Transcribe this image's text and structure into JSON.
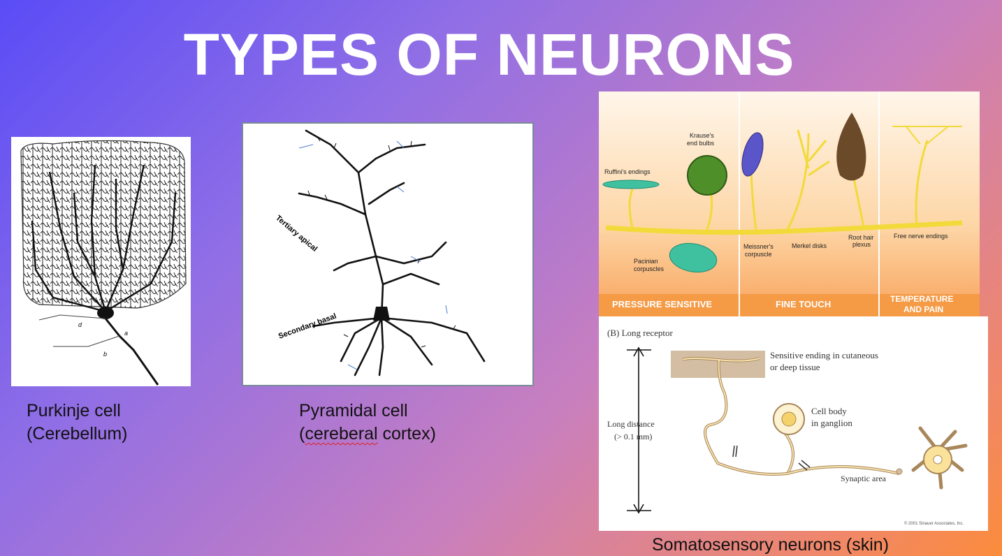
{
  "slide": {
    "title": "TYPES OF NEURONS"
  },
  "purkinje": {
    "caption_line1": "Purkinje cell",
    "caption_line2": "(Cerebellum)",
    "figure_labels": {
      "a": "a",
      "b": "b",
      "d": "d"
    }
  },
  "pyramidal": {
    "caption_line1": "Pyramidal cell",
    "caption_word_flagged": "cereberal",
    "caption_rest_open": "(",
    "caption_rest_close": " cortex)",
    "figure_labels": {
      "tertiary": "Tertiary apical",
      "secondary": "Secondary basal"
    }
  },
  "receptors": {
    "labels": {
      "krause": "Krause's",
      "krause2": "end bulbs",
      "ruffini": "Ruffini's endings",
      "pacinian": "Pacinian",
      "pacinian2": "corpuscles",
      "meissner": "Meissner's",
      "meissner2": "corpuscle",
      "merkel": "Merkel disks",
      "roothair": "Root hair",
      "roothair2": "plexus",
      "free": "Free nerve endings"
    },
    "bands": {
      "pressure": "PRESSURE SENSITIVE",
      "fine": "FINE TOUCH",
      "temp1": "TEMPERATURE",
      "temp2": "AND PAIN"
    }
  },
  "long_receptor": {
    "heading": "(B) Long receptor",
    "ending_line1": "Sensitive ending in cutaneous",
    "ending_line2": "or deep tissue",
    "cellbody_line1": "Cell body",
    "cellbody_line2": "in ganglion",
    "distance_line1": "Long distance",
    "distance_line2": "(> 0.1 mm)",
    "synaptic": "Synaptic area",
    "copyright": "© 2001 Sinauer Associates, Inc."
  },
  "somatosensory": {
    "caption": "Somatosensory neurons (skin)"
  }
}
